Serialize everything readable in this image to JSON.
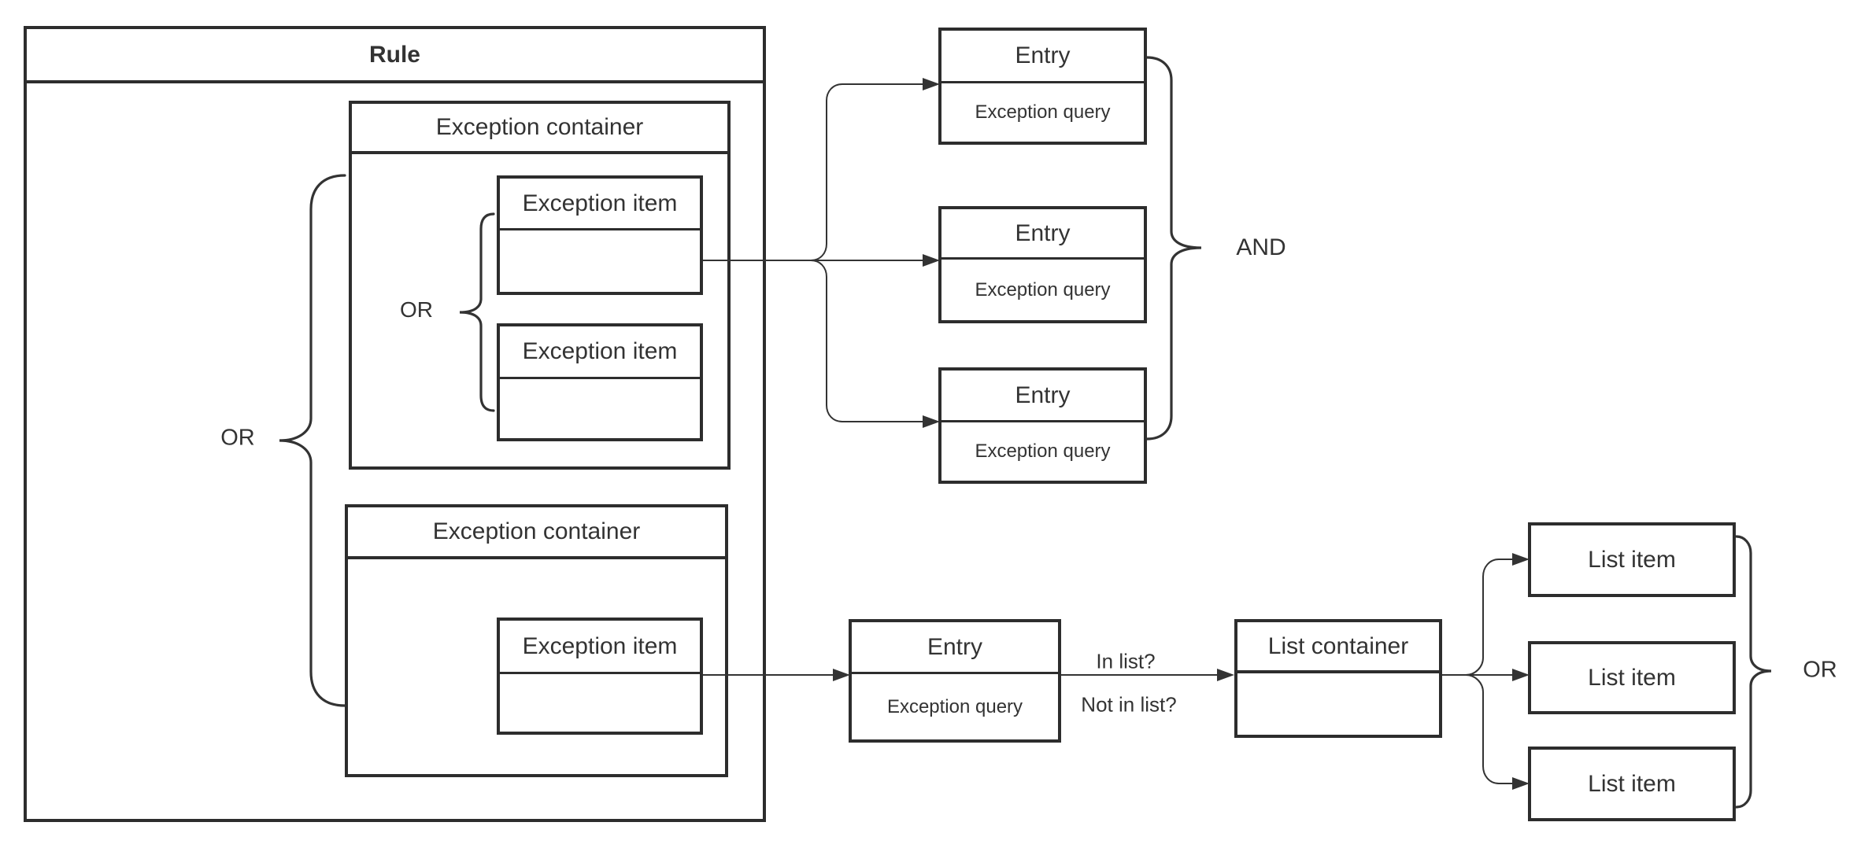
{
  "rule": {
    "title": "Rule"
  },
  "outer_or_label": "OR",
  "top_flow": {
    "container": {
      "title": "Exception container"
    },
    "items": [
      {
        "title": "Exception item"
      },
      {
        "title": "Exception item"
      }
    ],
    "or_label": "OR",
    "entries": [
      {
        "title": "Entry",
        "query": "Exception query"
      },
      {
        "title": "Entry",
        "query": "Exception query"
      },
      {
        "title": "Entry",
        "query": "Exception query"
      }
    ],
    "and_label": "AND"
  },
  "bottom_flow": {
    "container": {
      "title": "Exception container"
    },
    "item": {
      "title": "Exception item"
    },
    "entry": {
      "title": "Entry",
      "query": "Exception query"
    },
    "edge_labels": {
      "in_list": "In list?",
      "not_in_list": "Not in list?"
    },
    "list_container": {
      "title": "List container"
    },
    "list_items": [
      {
        "title": "List item"
      },
      {
        "title": "List item"
      },
      {
        "title": "List item"
      }
    ],
    "or_label": "OR"
  },
  "colors": {
    "box_stroke": "#2d2d2d",
    "connector": "#333333",
    "text": "#333333",
    "background": "#ffffff"
  }
}
